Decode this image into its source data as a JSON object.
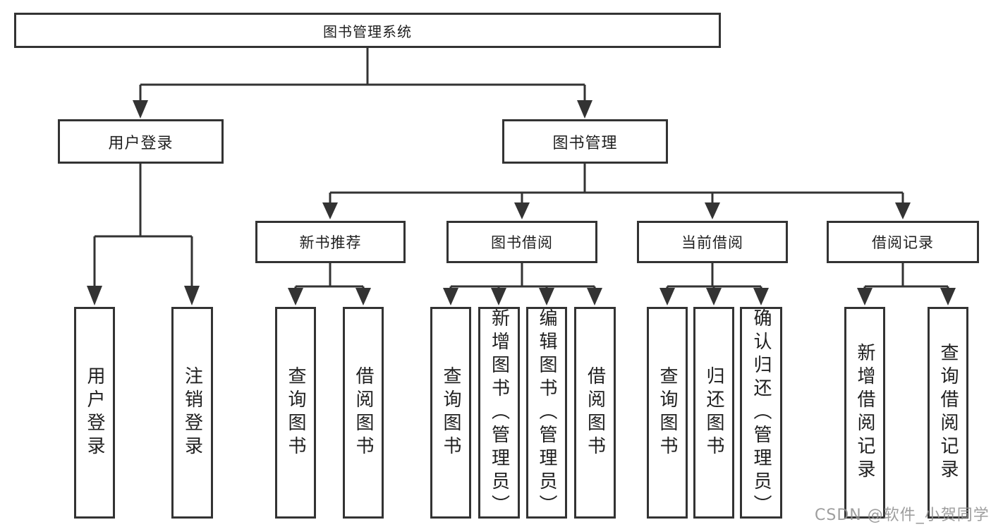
{
  "diagram": {
    "type": "hierarchy-tree",
    "root": {
      "label": "图书管理系统"
    },
    "level2": [
      {
        "label": "用户登录"
      },
      {
        "label": "图书管理"
      }
    ],
    "level3": [
      {
        "label": "新书推荐"
      },
      {
        "label": "图书借阅"
      },
      {
        "label": "当前借阅"
      },
      {
        "label": "借阅记录"
      }
    ],
    "leaves": {
      "login": [
        "用户登录",
        "注销登录"
      ],
      "recommend": [
        "查询图书",
        "借阅图书"
      ],
      "borrow": [
        "查询图书",
        "新增图书（管理员）",
        "编辑图书（管理员）",
        "借阅图书"
      ],
      "current": [
        "查询图书",
        "归还图书",
        "确认归还（管理员）"
      ],
      "records": [
        "新增借阅记录",
        "查询借阅记录"
      ]
    },
    "colors": {
      "line": "#333333",
      "text": "#1f1f1f",
      "box_fill": "#ffffff",
      "background": "#ffffff"
    }
  },
  "watermark": {
    "text": "CSDN @软件_小贺同学",
    "color": "#919191"
  }
}
